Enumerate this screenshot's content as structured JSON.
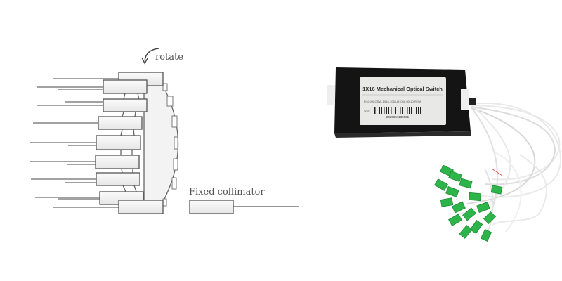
{
  "diagram": {
    "rotate_label": "rotate",
    "fixed_collimator_label": "Fixed collimator"
  },
  "photo": {
    "label_title": "1X16 Mechanical Optical Switch",
    "label_pn": "P/N: XX-OSW-1X16-1060-H1060-90-10-R-SA",
    "label_sn": "S/N:",
    "label_serial": "2025051130001",
    "colors": {
      "box": "#141414",
      "connector": "#2db54a",
      "fiber": "#f2f2f2"
    }
  }
}
